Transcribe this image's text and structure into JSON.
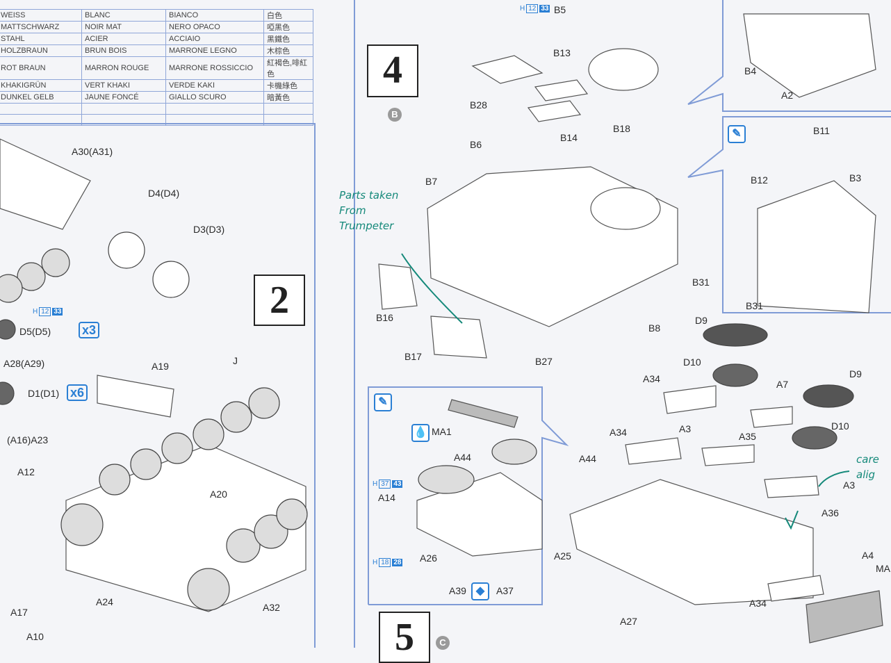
{
  "color_table": [
    [
      "WEISS",
      "BLANC",
      "BIANCO",
      "白色"
    ],
    [
      "MATTSCHWARZ",
      "NOIR MAT",
      "NERO OPACO",
      "啞黑色"
    ],
    [
      "STAHL",
      "ACIER",
      "ACCIAIO",
      "黑鐵色"
    ],
    [
      "HOLZBRAUN",
      "BRUN BOIS",
      "MARRONE LEGNO",
      "木棕色"
    ],
    [
      "ROT BRAUN",
      "MARRON ROUGE",
      "MARRONE ROSSICCIO",
      "紅褐色,啡紅色"
    ],
    [
      "KHAKIGRÜN",
      "VERT KHAKI",
      "VERDE KAKI",
      "卡機綠色"
    ],
    [
      "DUNKEL GELB",
      "JAUNE FONCÉ",
      "GIALLO SCURO",
      "暗黃色"
    ],
    [
      "",
      "",
      "",
      ""
    ],
    [
      "",
      "",
      "",
      ""
    ]
  ],
  "step2": {
    "number": "2",
    "labels": [
      "A30(A31)",
      "D4(D4)",
      "D3(D3)",
      "D5(D5)",
      "A28(A29)",
      "A19",
      "J",
      "D1(D1)",
      "(A16)A23",
      "A12",
      "A20",
      "A17",
      "A24",
      "A32",
      "A10"
    ],
    "mult_x3": "x3",
    "mult_x6": "x6",
    "badge": {
      "h": "H",
      "a": "12",
      "b": "33"
    }
  },
  "step4": {
    "number": "4",
    "sub": "B",
    "labels": [
      "B5",
      "B13",
      "B28",
      "B18",
      "B14",
      "B6",
      "B7",
      "B31",
      "B16",
      "B8",
      "B17",
      "B27",
      "D9",
      "D10",
      "A34",
      "A7",
      "D9",
      "A34",
      "A3",
      "A35",
      "D10",
      "A44",
      "A3",
      "A36",
      "A25",
      "A4",
      "MA",
      "A34",
      "A27"
    ],
    "badge": {
      "h": "H",
      "a": "12",
      "b": "33"
    },
    "inset_labels": [
      "B4",
      "A2",
      "B11",
      "B12",
      "B3",
      "B31"
    ]
  },
  "handwritten": {
    "note1": "Parts taken From Trumpeter",
    "note2": "care alig"
  },
  "step5_inset": {
    "labels": [
      "MA1",
      "A44",
      "A14",
      "A26",
      "A39",
      "A37"
    ],
    "badge1": {
      "h": "H",
      "a": "37",
      "b": "43"
    },
    "badge2": {
      "h": "H",
      "a": "18",
      "b": "28"
    }
  },
  "step5": {
    "number": "5",
    "sub": "C"
  }
}
